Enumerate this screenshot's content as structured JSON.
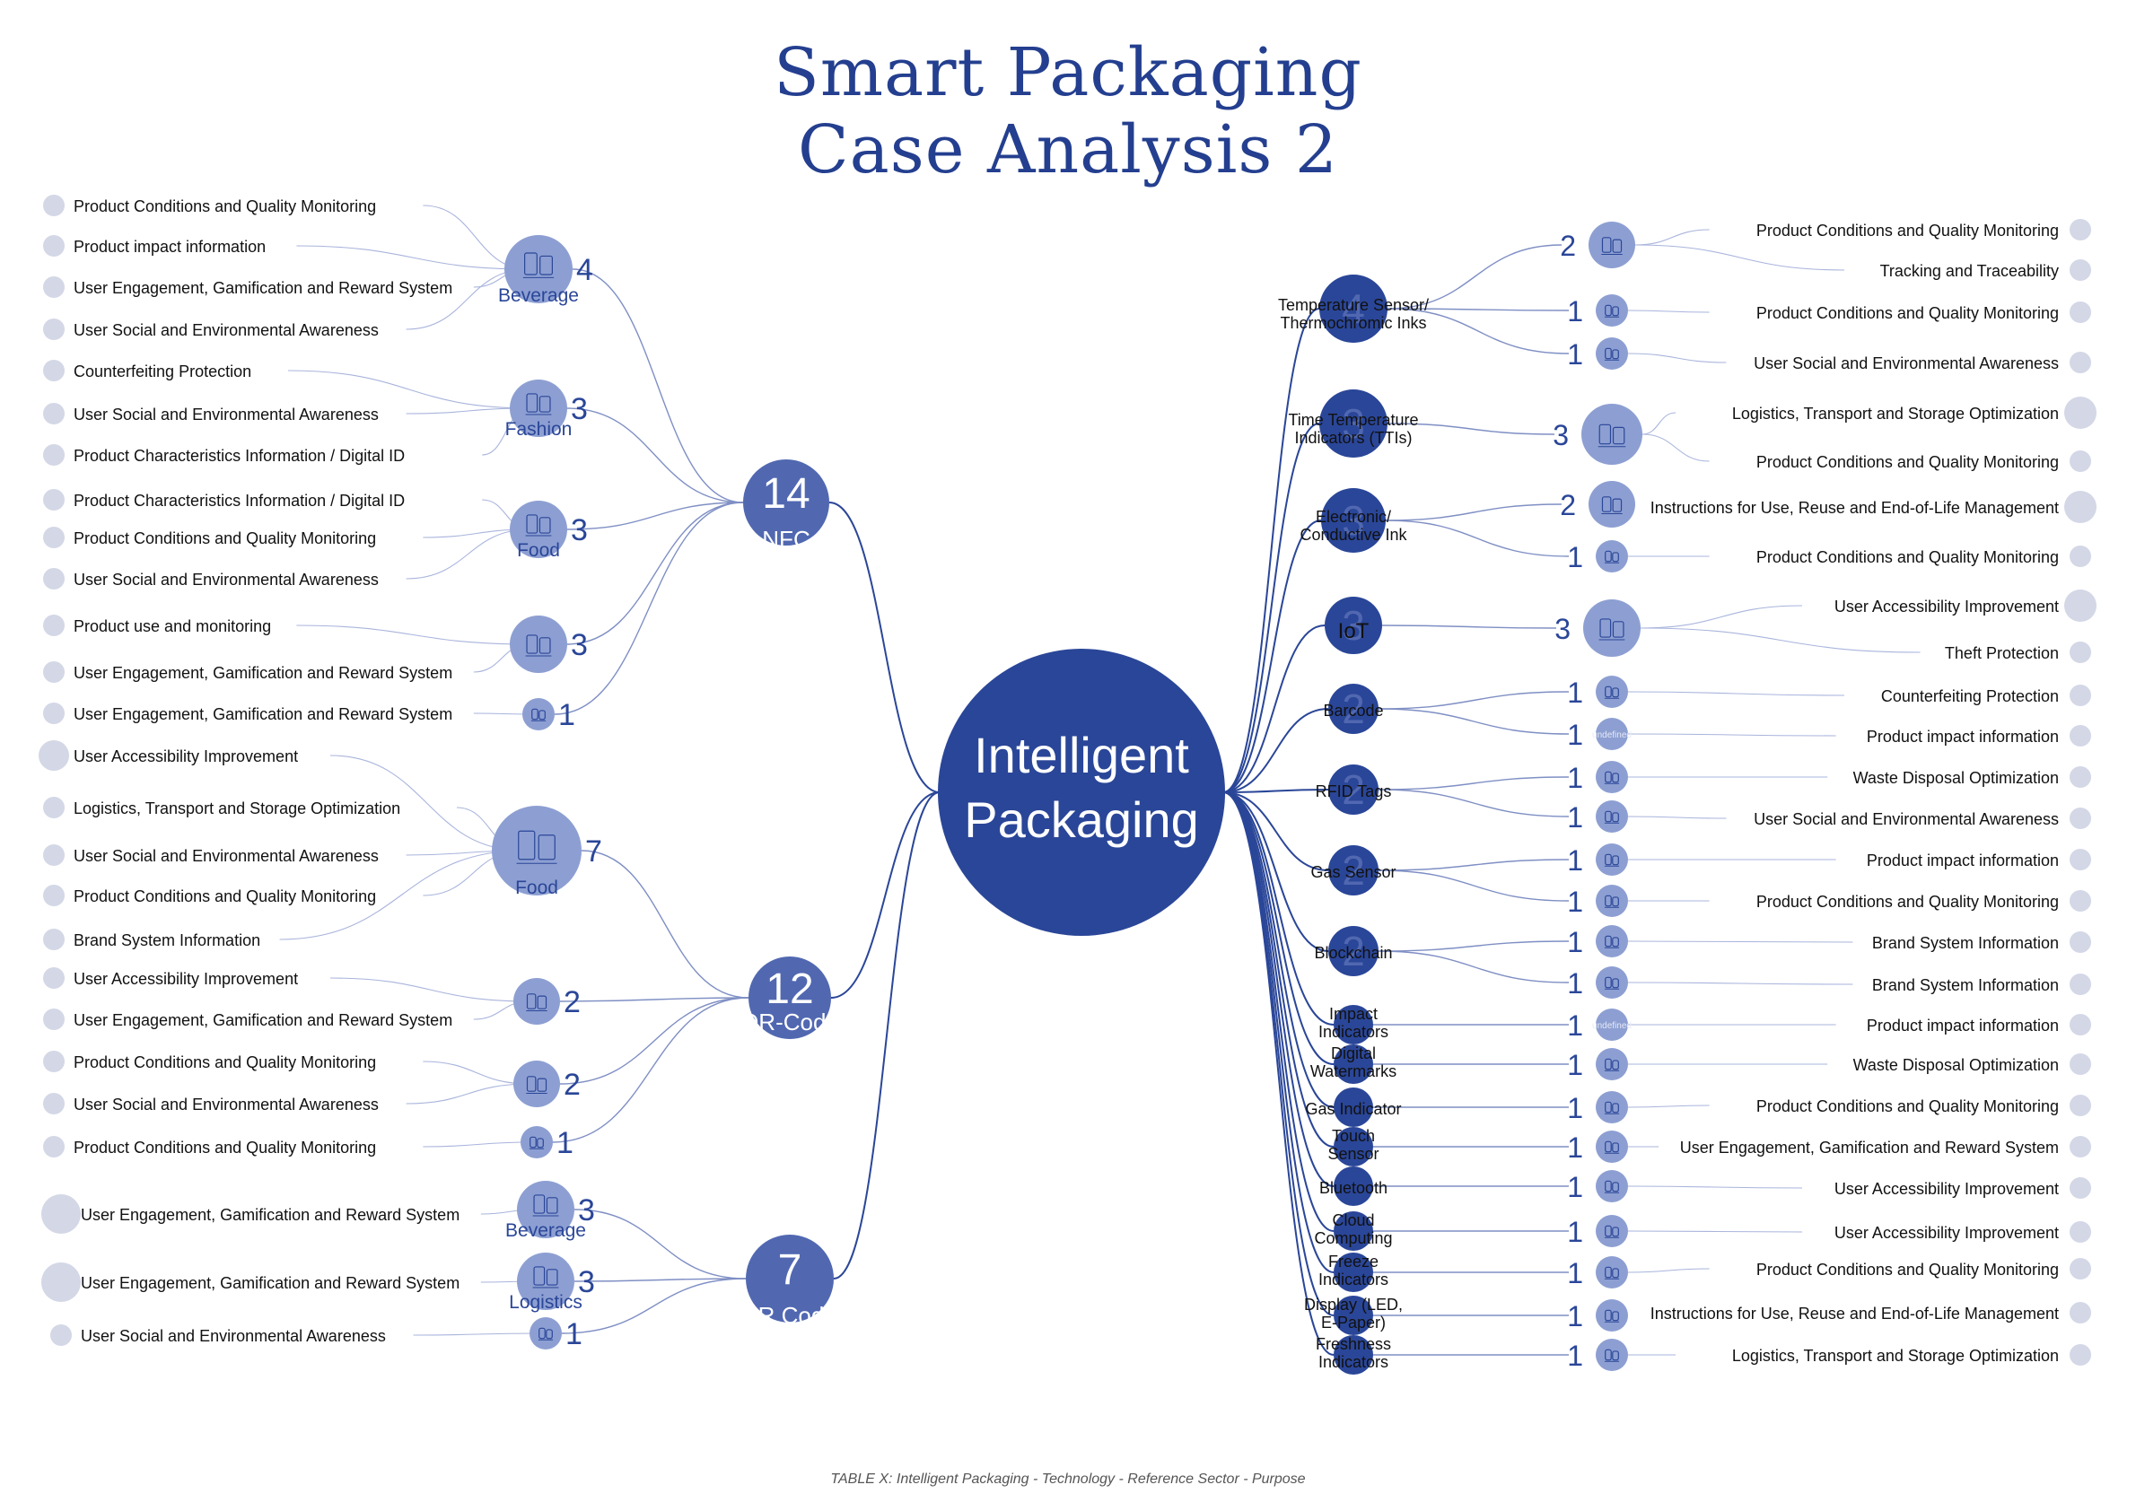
{
  "title": "Smart Packaging",
  "subtitle": "Case Analysis 2",
  "caption": "TABLE X: Intelligent Packaging - Technology - Reference Sector - Purpose",
  "colors": {
    "dark": "#2a4698",
    "medium": "#5168b1",
    "light": "#8d9fd2",
    "pale": "#d3d7e6",
    "line": "#7f8fc4"
  },
  "center": {
    "line1": "Intelligent",
    "line2": "Packaging"
  },
  "left": [
    {
      "count": "14",
      "label": "NFC",
      "sectors": [
        {
          "label": "Beverage",
          "count": "4",
          "icon": "beverage-icon",
          "purposes": [
            "Product Conditions and Quality Monitoring",
            "Product impact information",
            "User Engagement, Gamification and Reward System",
            "User Social and Environmental Awareness"
          ]
        },
        {
          "label": "Fashion",
          "count": "3",
          "icon": "fashion-icon",
          "purposes": [
            "Counterfeiting Protection",
            "User Social and Environmental Awareness",
            "Product Characteristics Information / Digital ID"
          ]
        },
        {
          "label": "Food",
          "count": "3",
          "icon": "food-icon",
          "purposes": [
            "Product Characteristics Information / Digital ID",
            "Product Conditions and Quality Monitoring",
            "User Social and Environmental Awareness"
          ]
        },
        {
          "label": "",
          "count": "3",
          "icon": "bottles-icon",
          "purposes": [
            "Product use and monitoring",
            "User Engagement, Gamification and Reward System"
          ]
        },
        {
          "label": "",
          "count": "1",
          "icon": "cosmetics-icon",
          "purposes": [
            "User Engagement, Gamification and Reward System"
          ]
        }
      ]
    },
    {
      "count": "12",
      "label": "QR-Code",
      "sectors": [
        {
          "label": "Food",
          "count": "7",
          "icon": "food-bag-icon",
          "purposes": [
            "User Accessibility Improvement",
            "Logistics, Transport and Storage Optimization",
            "User Social and Environmental Awareness",
            "Product Conditions and Quality Monitoring",
            "Brand System Information"
          ]
        },
        {
          "label": "",
          "count": "2",
          "icon": "beverage-icon",
          "purposes": [
            "User Accessibility Improvement",
            "User Engagement, Gamification and Reward System"
          ]
        },
        {
          "label": "",
          "count": "2",
          "icon": "bottles-icon",
          "purposes": [
            "Product Conditions and Quality Monitoring",
            "User Social and Environmental Awareness"
          ]
        },
        {
          "label": "",
          "count": "1",
          "icon": "logistics-icon",
          "purposes": [
            "Product Conditions and Quality Monitoring"
          ]
        }
      ]
    },
    {
      "count": "7",
      "label": "AR Code",
      "sectors": [
        {
          "label": "Beverage",
          "count": "3",
          "icon": "beverage-icon",
          "purposes": [
            "User Engagement, Gamification and Reward System"
          ]
        },
        {
          "label": "Logistics",
          "count": "3",
          "icon": "logistics-icon",
          "purposes": [
            "User Engagement, Gamification and Reward System"
          ]
        },
        {
          "label": "",
          "count": "1",
          "icon": "bottles-icon",
          "purposes": [
            "User Social and Environmental Awareness"
          ]
        }
      ]
    }
  ],
  "right": [
    {
      "count": "4",
      "l1": "Temperature Sensor/",
      "l2": "Thermochromic Inks",
      "sectors": [
        {
          "count": "2",
          "icon": "bottles-icon",
          "purposes": [
            "Product Conditions and Quality Monitoring",
            "Tracking and Traceability"
          ]
        },
        {
          "count": "1",
          "icon": "logistics-icon",
          "purposes": [
            "Product Conditions and Quality Monitoring"
          ]
        },
        {
          "count": "1",
          "icon": "beverage-icon",
          "purposes": [
            "User Social and Environmental Awareness"
          ]
        }
      ]
    },
    {
      "count": "3",
      "l1": "Time Temperature",
      "l2": "Indicators (TTIs)",
      "sectors": [
        {
          "count": "3",
          "icon": "food-bag-icon",
          "purposes": [
            "Logistics, Transport and Storage Optimization",
            "Product Conditions and Quality Monitoring"
          ]
        }
      ]
    },
    {
      "count": "3",
      "l1": "Electronic/",
      "l2": "Conductive Ink",
      "sectors": [
        {
          "count": "2",
          "icon": "bottles-icon",
          "purposes": [
            "Instructions for Use, Reuse and End-of-Life Management"
          ]
        },
        {
          "count": "1",
          "icon": "logistics-icon",
          "purposes": [
            "Product Conditions and Quality Monitoring"
          ]
        }
      ]
    },
    {
      "count": "3",
      "l1": "IoT",
      "l2": "",
      "sectors": [
        {
          "count": "3",
          "icon": "bottles-icon",
          "purposes": [
            "User Accessibility Improvement",
            "Theft Protection"
          ]
        }
      ]
    },
    {
      "count": "2",
      "l1": "Barcode",
      "l2": "",
      "sectors": [
        {
          "count": "1",
          "icon": "bottles-icon",
          "purposes": [
            "Counterfeiting Protection"
          ]
        },
        {
          "count": "1",
          "icon": "undefined-icon",
          "purposes": [
            "Product impact information"
          ]
        }
      ]
    },
    {
      "count": "2",
      "l1": "RFID Tags",
      "l2": "",
      "sectors": [
        {
          "count": "1",
          "icon": "recycle-icon",
          "purposes": [
            "Waste Disposal Optimization"
          ]
        },
        {
          "count": "1",
          "icon": "fashion-icon",
          "purposes": [
            "User Social and Environmental Awareness"
          ]
        }
      ]
    },
    {
      "count": "2",
      "l1": "Gas Sensor",
      "l2": "",
      "sectors": [
        {
          "count": "1",
          "icon": "food-icon",
          "purposes": [
            "Product impact information"
          ]
        },
        {
          "count": "1",
          "icon": "logistics-icon",
          "purposes": [
            "Product Conditions and Quality Monitoring"
          ]
        }
      ]
    },
    {
      "count": "2",
      "l1": "Blockchain",
      "l2": "",
      "sectors": [
        {
          "count": "1",
          "icon": "food-icon",
          "purposes": [
            "Brand System Information"
          ]
        },
        {
          "count": "1",
          "icon": "beverage-icon",
          "purposes": [
            "Brand System Information"
          ]
        }
      ]
    },
    {
      "count": "",
      "l1": "Impact",
      "l2": "Indicators",
      "sectors": [
        {
          "count": "1",
          "icon": "undefined-icon",
          "purposes": [
            "Product impact information"
          ]
        }
      ]
    },
    {
      "count": "",
      "l1": "Digital",
      "l2": "Watermarks",
      "sectors": [
        {
          "count": "1",
          "icon": "beverage-icon",
          "purposes": [
            "Waste Disposal Optimization"
          ]
        }
      ]
    },
    {
      "count": "",
      "l1": "Gas Indicator",
      "l2": "",
      "sectors": [
        {
          "count": "1",
          "icon": "food-icon",
          "purposes": [
            "Product Conditions and Quality Monitoring"
          ]
        }
      ]
    },
    {
      "count": "",
      "l1": "Touch",
      "l2": "Sensor",
      "sectors": [
        {
          "count": "1",
          "icon": "beverage-icon",
          "purposes": [
            "User Engagement, Gamification and Reward System"
          ]
        }
      ]
    },
    {
      "count": "",
      "l1": "Bluetooth",
      "l2": "",
      "sectors": [
        {
          "count": "1",
          "icon": "bottles-icon",
          "purposes": [
            "User Accessibility Improvement"
          ]
        }
      ]
    },
    {
      "count": "",
      "l1": "Cloud",
      "l2": "Computing",
      "sectors": [
        {
          "count": "1",
          "icon": "bottles-icon",
          "purposes": [
            "User Accessibility Improvement"
          ]
        }
      ]
    },
    {
      "count": "",
      "l1": "Freeze",
      "l2": "Indicators",
      "sectors": [
        {
          "count": "1",
          "icon": "food-icon",
          "purposes": [
            "Product Conditions and Quality Monitoring"
          ]
        }
      ]
    },
    {
      "count": "",
      "l1": "Display (LED,",
      "l2": "E-Paper)",
      "sectors": [
        {
          "count": "1",
          "icon": "bottles-icon",
          "purposes": [
            "Instructions for Use, Reuse and End-of-Life Management"
          ]
        }
      ]
    },
    {
      "count": "",
      "l1": "Freshness",
      "l2": "Indicators",
      "sectors": [
        {
          "count": "1",
          "icon": "food-icon",
          "purposes": [
            "Logistics, Transport and Storage Optimization"
          ]
        }
      ]
    }
  ]
}
